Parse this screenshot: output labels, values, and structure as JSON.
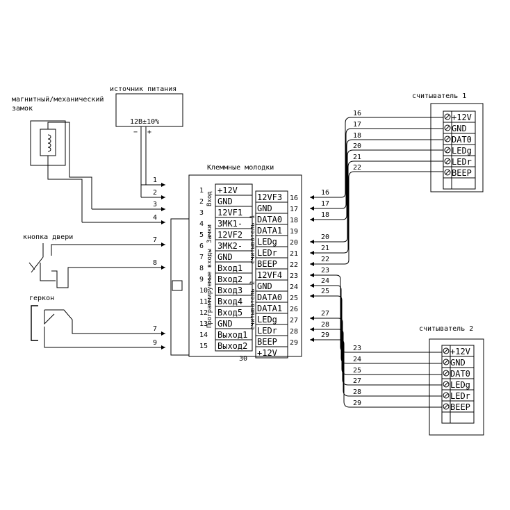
{
  "power_supply": {
    "title": "источник питания",
    "voltage": "12В±10%",
    "minus": "−",
    "plus": "+"
  },
  "lock": {
    "title_line1": "магнитный/механический",
    "title_line2": "замок"
  },
  "door_button": {
    "title": "кнопка двери"
  },
  "reed_switch": {
    "title": "геркон"
  },
  "terminal_block": {
    "title": "Клеммные молодки",
    "bottom_number": "30",
    "group_labels": [
      "Вход",
      "Замки",
      "Программируемые входы"
    ],
    "reader_groups": [
      "считыватель 1",
      "считыватель 2"
    ],
    "left_terminals": [
      {
        "num": "1",
        "label": "+12V"
      },
      {
        "num": "2",
        "label": "GND"
      },
      {
        "num": "3",
        "label": "12VF1"
      },
      {
        "num": "4",
        "label": "ЗМК1-"
      },
      {
        "num": "5",
        "label": "12VF2"
      },
      {
        "num": "6",
        "label": "ЗМК2-"
      },
      {
        "num": "7",
        "label": "GND"
      },
      {
        "num": "8",
        "label": "Вход1"
      },
      {
        "num": "9",
        "label": "Вход2"
      },
      {
        "num": "10",
        "label": "Вход3"
      },
      {
        "num": "11",
        "label": "Вход4"
      },
      {
        "num": "12",
        "label": "Вход5"
      },
      {
        "num": "13",
        "label": "GND"
      },
      {
        "num": "14",
        "label": "Выход1"
      },
      {
        "num": "15",
        "label": "Выход2"
      }
    ],
    "right_terminals": [
      {
        "num": "16",
        "label": "12VF3"
      },
      {
        "num": "17",
        "label": "GND"
      },
      {
        "num": "18",
        "label": "DATA0"
      },
      {
        "num": "19",
        "label": "DATA1"
      },
      {
        "num": "20",
        "label": "LEDg"
      },
      {
        "num": "21",
        "label": "LEDr"
      },
      {
        "num": "22",
        "label": "BEEP"
      },
      {
        "num": "23",
        "label": "12VF4"
      },
      {
        "num": "24",
        "label": "GND"
      },
      {
        "num": "25",
        "label": "DATA0"
      },
      {
        "num": "26",
        "label": "DATA1"
      },
      {
        "num": "27",
        "label": "LEDg"
      },
      {
        "num": "28",
        "label": "LEDr"
      },
      {
        "num": "29",
        "label": "BEEP"
      },
      {
        "num": "30",
        "label": "+12V"
      }
    ]
  },
  "left_wires": [
    "1",
    "2",
    "3",
    "4",
    "7",
    "8",
    "7",
    "9"
  ],
  "reader1": {
    "title": "считыватель 1",
    "terminals": [
      "+12V",
      "GND",
      "DAT0",
      "LEDg",
      "LEDr",
      "BEEP"
    ],
    "wire_numbers": [
      "16",
      "17",
      "18",
      "20",
      "21",
      "22"
    ]
  },
  "reader2": {
    "title": "считыватель 2",
    "terminals": [
      "+12V",
      "GND",
      "DAT0",
      "LEDg",
      "LEDr",
      "BEEP"
    ],
    "wire_numbers": [
      "23",
      "24",
      "25",
      "27",
      "28",
      "29"
    ]
  },
  "arrow_numbers_r1": [
    "16",
    "17",
    "18",
    "20",
    "21",
    "22"
  ],
  "arrow_numbers_r2": [
    "23",
    "24",
    "25",
    "27",
    "28",
    "29"
  ]
}
